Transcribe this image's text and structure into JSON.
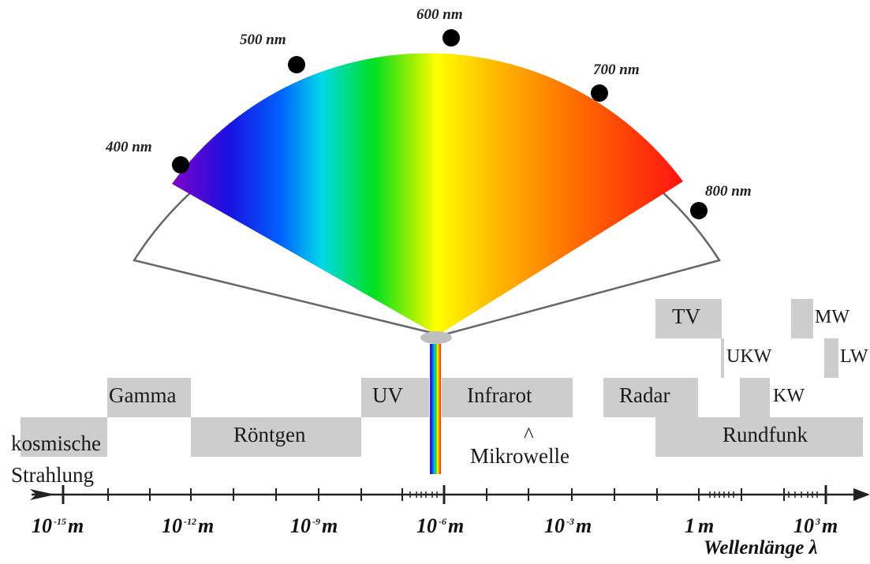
{
  "colors": {
    "band_fill": "#cdcdcd",
    "outline": "#666666",
    "dot": "#000000"
  },
  "spectrum_markers": [
    "400 nm",
    "500 nm",
    "600 nm",
    "700 nm",
    "800 nm"
  ],
  "bands": {
    "kosmische": "kosmische",
    "strahlung": "Strahlung",
    "gamma": "Gamma",
    "roentgen": "Röntgen",
    "uv": "UV",
    "infrarot": "Infrarot",
    "mikrowelle_arrow": "^",
    "mikrowelle": "Mikrowelle",
    "radar": "Radar",
    "tv": "TV",
    "ukw": "UKW",
    "kw": "KW",
    "mw": "MW",
    "lw": "LW",
    "rundfunk": "Rundfunk"
  },
  "axis": {
    "ticks": [
      {
        "base": "10",
        "exp": "-15",
        "unit": "m"
      },
      {
        "base": "10",
        "exp": "-12",
        "unit": "m"
      },
      {
        "base": "10",
        "exp": "-9",
        "unit": "m"
      },
      {
        "base": "10",
        "exp": "-6",
        "unit": "m"
      },
      {
        "base": "10",
        "exp": "-3",
        "unit": "m"
      },
      {
        "base": "1",
        "exp": "",
        "unit": "m"
      },
      {
        "base": "10",
        "exp": "3",
        "unit": "m"
      }
    ],
    "label": "Wellenlänge λ"
  }
}
